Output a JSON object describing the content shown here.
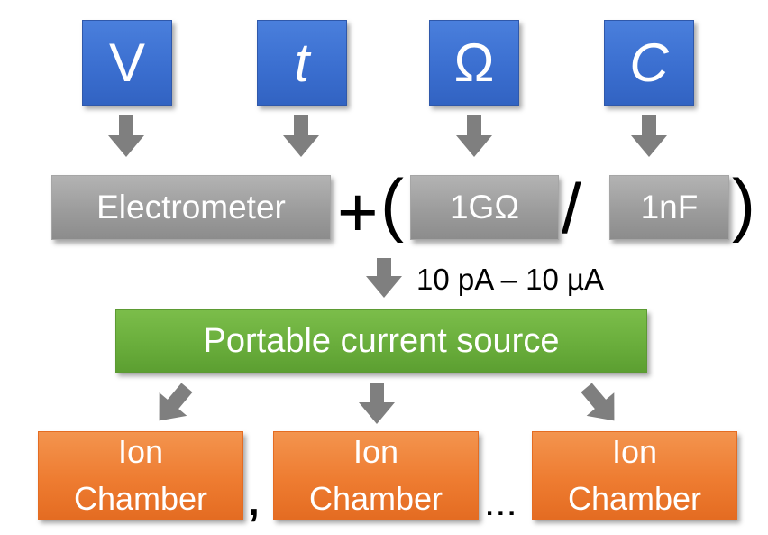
{
  "inputs": [
    {
      "label": "V"
    },
    {
      "label": "t"
    },
    {
      "label": "Ω"
    },
    {
      "label": "C"
    }
  ],
  "electrometer": {
    "label": "Electrometer"
  },
  "resistor": {
    "label": "1GΩ"
  },
  "capacitor": {
    "label": "1nF"
  },
  "operators": {
    "plus": "+",
    "open_paren": "(",
    "slash": "/",
    "close_paren": ")"
  },
  "current_range": "10 pA – 10 µA",
  "source": {
    "label": "Portable current source"
  },
  "chambers": [
    {
      "line1": "Ion",
      "line2": "Chamber"
    },
    {
      "line1": "Ion",
      "line2": "Chamber"
    },
    {
      "line1": "Ion",
      "line2": "Chamber"
    }
  ],
  "separators": {
    "comma": ",",
    "ellipsis": "..."
  },
  "colors": {
    "input_blue": "#3b6fd0",
    "gray_box": "#9c9c9c",
    "source_green": "#6aae3c",
    "chamber_orange": "#ee7c31",
    "arrow_gray": "#7f7f7f"
  }
}
